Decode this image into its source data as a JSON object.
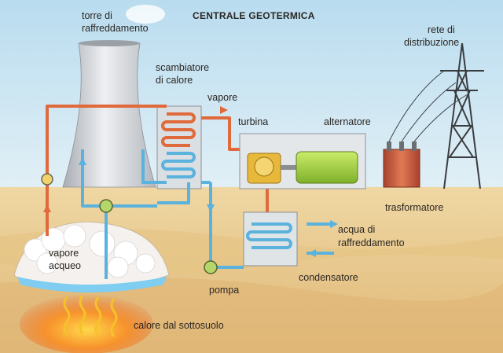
{
  "title": "CENTRALE GEOTERMICA",
  "labels": {
    "torre_line1": "torre di",
    "torre_line2": "raffreddamento",
    "scambiatore_line1": "scambiatore",
    "scambiatore_line2": "di calore",
    "vapore": "vapore",
    "turbina": "turbina",
    "alternatore": "alternatore",
    "rete_line1": "rete di",
    "rete_line2": "distribuzione",
    "trasformatore": "trasformatore",
    "acqua_line1": "acqua di",
    "acqua_line2": "raffreddamento",
    "condensatore": "condensatore",
    "pompa": "pompa",
    "vapore_acqueo_line1": "vapore",
    "vapore_acqueo_line2": "acqueo",
    "calore": "calore dal sottosuolo"
  },
  "colors": {
    "sky": "#cfe6f2",
    "ground": "#e8c98e",
    "hot_pipe": "#e06a3c",
    "cold_pipe": "#5ab2dd",
    "alternator": "#a6d43c",
    "turbine": "#e8b83a",
    "transformer": "#c2553a",
    "heat": "#f07a2a"
  }
}
